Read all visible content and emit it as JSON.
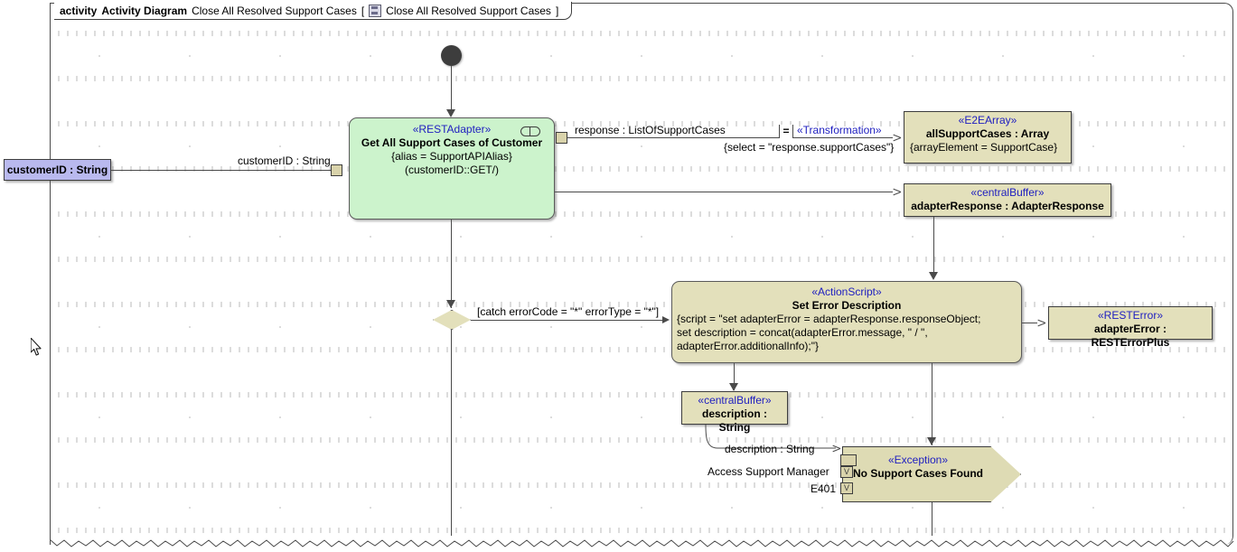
{
  "frame": {
    "keyword": "activity",
    "type_label": "Activity Diagram",
    "diagram_name": "Close All Resolved Support Cases",
    "bracket_open": "[",
    "bracket_name": "Close All Resolved Support Cases",
    "bracket_close": "]",
    "icon": "diagram-icon"
  },
  "colors": {
    "action_green": "#ccf3cc",
    "object_khaki": "#e3e0bb",
    "parameter_purple": "#b9b9ee",
    "stereotype_blue": "#2020c0",
    "line_gray": "#4a4a4a"
  },
  "nodes": {
    "initial": {
      "name": "initial-node"
    },
    "parameter_customerid": {
      "label": "customerID : String"
    },
    "action_main": {
      "stereotype": "«RESTAdapter»",
      "name": "Get All Support Cases of Customer",
      "property1": "{alias = SupportAPIAlias}",
      "property2": "(customerID::GET/)"
    },
    "e2earray": {
      "stereotype": "«E2EArray»",
      "name": "allSupportCases : Array",
      "property": "{arrayElement = SupportCase}"
    },
    "adapter_response": {
      "stereotype": "«centralBuffer»",
      "name": "adapterResponse : AdapterResponse"
    },
    "action_script": {
      "stereotype": "«ActionScript»",
      "name": "Set Error Description",
      "script_line1": "{script = \"set adapterError = adapterResponse.responseObject;",
      "script_line2": "set description = concat(adapterError.message, \" / \",",
      "script_line3": "adapterError.additionalInfo);\"}"
    },
    "rest_error": {
      "stereotype": "«RESTError»",
      "name": "adapterError : RESTErrorPlus"
    },
    "description_buffer": {
      "stereotype": "«centralBuffer»",
      "name": "description : String"
    },
    "exception": {
      "stereotype": "«Exception»",
      "name": "No Support Cases Found"
    },
    "decision": {
      "name": "decision-node"
    }
  },
  "edges": {
    "customerid_flow": "customerID : String",
    "response_flow": "response : ListOfSupportCases",
    "transformation_stereotype": "«Transformation»",
    "transformation_marker": "=",
    "transformation_select": "{select = \"response.supportCases\"}",
    "guard_catch": "[catch errorCode = \"*\" errorType = \"*\"]",
    "description_flow": "description : String",
    "pin_access_support_manager": "Access Support Manager",
    "pin_e401": "E401",
    "pin_glyph": "V"
  },
  "cursor": {
    "name": "mouse-pointer"
  }
}
